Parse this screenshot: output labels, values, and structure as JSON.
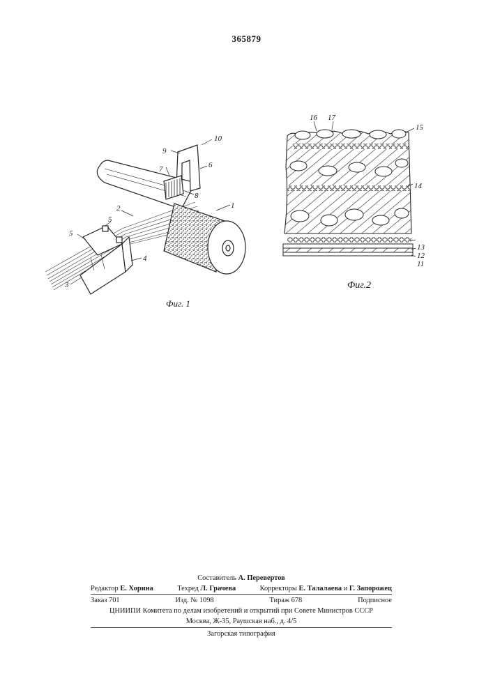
{
  "header": {
    "patent_number": "365879"
  },
  "figure1": {
    "caption": "Фиг. 1",
    "callouts": [
      "1",
      "2",
      "3",
      "4",
      "5",
      "5",
      "6",
      "7",
      "8",
      "9",
      "10"
    ]
  },
  "figure2": {
    "caption": "Фиг.2",
    "callouts": [
      "16",
      "17",
      "15",
      "14",
      "13",
      "12",
      "11"
    ]
  },
  "imprint": {
    "compiler": {
      "label": "Составитель",
      "name": "А. Перевертов"
    },
    "editor": {
      "label": "Редактор",
      "name": "Е. Хорина"
    },
    "techred": {
      "label": "Техред",
      "name": "Л. Грачева"
    },
    "correctors": {
      "label": "Корректоры",
      "name1": "Е. Талалаева",
      "conj": "и",
      "name2": "Г. Запорожец"
    },
    "order": "Заказ 701",
    "edition_no": "Изд. № 1098",
    "circulation": "Тираж 678",
    "subscription": "Подписное",
    "committee": "ЦНИИПИ Комитета по делам изобретений и открытий при Совете Министров СССР",
    "address": "Москва, Ж-35, Раушская наб., д. 4/5",
    "printer": "Загорская типография"
  }
}
